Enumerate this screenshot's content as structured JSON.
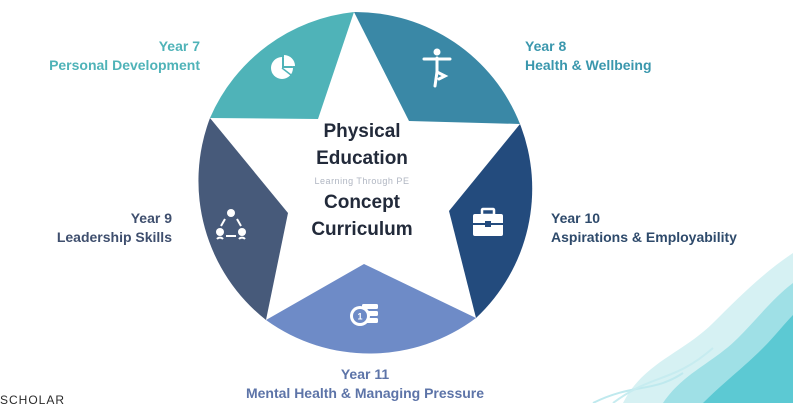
{
  "center": {
    "line1": "Physical",
    "line2": "Education",
    "tagline": "Learning Through PE",
    "line3": "Concept",
    "line4": "Curriculum"
  },
  "segments": [
    {
      "year": "Year 7",
      "title": "Personal Development",
      "icon": "pie-chart-icon",
      "color": "#4fb3b8"
    },
    {
      "year": "Year 8",
      "title": "Health & Wellbeing",
      "icon": "yoga-pose-icon",
      "color": "#3a88a6"
    },
    {
      "year": "Year 10",
      "title": "Aspirations & Employability",
      "icon": "briefcase-icon",
      "color": "#234b7d"
    },
    {
      "year": "Year 11",
      "title": "Mental Health & Managing Pressure",
      "icon": "coins-icon",
      "color": "#6e8bc7"
    },
    {
      "year": "Year 9",
      "title": "Leadership Skills",
      "icon": "team-network-icon",
      "color": "#475a7a"
    }
  ],
  "footer_fragment": "SCHOLAR"
}
